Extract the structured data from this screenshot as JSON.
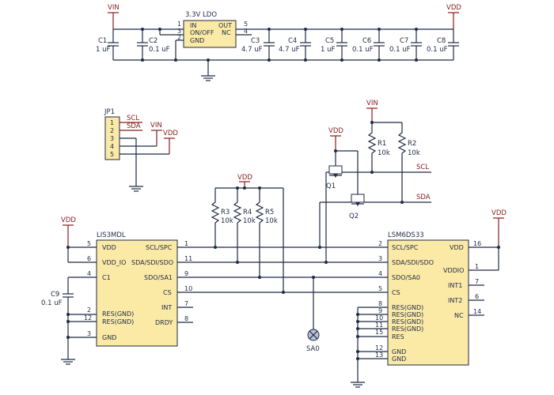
{
  "power": {
    "vin": "VIN",
    "vdd": "VDD"
  },
  "regulator": {
    "title": "3.3V LDO",
    "pin_in": "IN",
    "pin_onoff": "ON/OFF",
    "pin_gnd": "GND",
    "pin_out": "OUT",
    "pin_nc": "NC",
    "num_1": "1",
    "num_3": "3",
    "num_2": "2",
    "num_5": "5",
    "num_4": "4"
  },
  "capacitors": [
    {
      "name": "C1",
      "value": "1 uF"
    },
    {
      "name": "C2",
      "value": "0.1 uF"
    },
    {
      "name": "C3",
      "value": "4.7 uF"
    },
    {
      "name": "C4",
      "value": "4.7 uF"
    },
    {
      "name": "C5",
      "value": "1 uF"
    },
    {
      "name": "C6",
      "value": "0.1 uF"
    },
    {
      "name": "C7",
      "value": "0.1 uF"
    },
    {
      "name": "C8",
      "value": "0.1 uF"
    },
    {
      "name": "C9",
      "value": "0.1 uF"
    }
  ],
  "jumper": {
    "name": "JP1",
    "pins": [
      "1",
      "2",
      "3",
      "4",
      "5"
    ],
    "scl": "SCL",
    "sda": "SDA",
    "vin": "VIN",
    "vdd": "VDD"
  },
  "resistors": [
    {
      "name": "R1",
      "value": "10k"
    },
    {
      "name": "R2",
      "value": "10k"
    },
    {
      "name": "R3",
      "value": "10k"
    },
    {
      "name": "R4",
      "value": "10k"
    },
    {
      "name": "R5",
      "value": "10k"
    }
  ],
  "transistors": {
    "q1": "Q1",
    "q2": "Q2"
  },
  "nets": {
    "scl": "SCL",
    "sda": "SDA",
    "sa0": "SA0"
  },
  "lis3mdl": {
    "name": "LIS3MDL",
    "left_pins": [
      {
        "num": "5",
        "label": "VDD"
      },
      {
        "num": "6",
        "label": "VDD_IO"
      },
      {
        "num": "4",
        "label": "C1"
      },
      {
        "num": "2",
        "label": "RES(GND)"
      },
      {
        "num": "12",
        "label": "RES(GND)"
      },
      {
        "num": "3",
        "label": "GND"
      }
    ],
    "right_pins": [
      {
        "num": "1",
        "label": "SCL/SPC"
      },
      {
        "num": "11",
        "label": "SDA/SDI/SDO"
      },
      {
        "num": "9",
        "label": "SDO/SA1"
      },
      {
        "num": "10",
        "label": "CS"
      },
      {
        "num": "7",
        "label": "INT"
      },
      {
        "num": "8",
        "label": "DRDY"
      }
    ]
  },
  "lsm6ds33": {
    "name": "LSM6DS33",
    "left_pins": [
      {
        "num": "2",
        "label": "SCL/SPC"
      },
      {
        "num": "3",
        "label": "SDA/SDI/SDO"
      },
      {
        "num": "4",
        "label": "SDO/SA0"
      },
      {
        "num": "5",
        "label": "CS"
      },
      {
        "num": "8",
        "label": "RES(GND)"
      },
      {
        "num": "9",
        "label": "RES(GND)"
      },
      {
        "num": "10",
        "label": "RES(GND)"
      },
      {
        "num": "11",
        "label": "RES(GND)"
      },
      {
        "num": "15",
        "label": "RES"
      },
      {
        "num": "12",
        "label": "GND"
      },
      {
        "num": "13",
        "label": "GND"
      }
    ],
    "right_pins": [
      {
        "num": "16",
        "label": "VDD"
      },
      {
        "num": "1",
        "label": "VDDIO"
      },
      {
        "num": "7",
        "label": "INT1"
      },
      {
        "num": "6",
        "label": "INT2"
      },
      {
        "num": "14",
        "label": "NC"
      }
    ]
  }
}
